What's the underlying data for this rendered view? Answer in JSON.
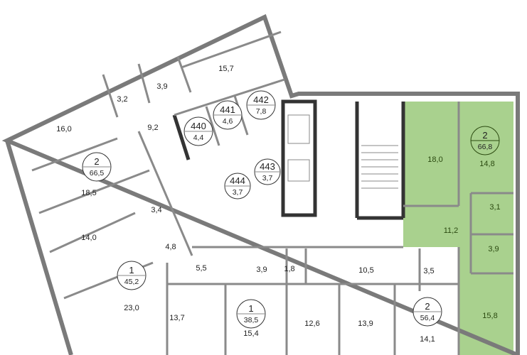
{
  "colors": {
    "highlight": "#a9d18e",
    "wall": "#7a7a7a"
  },
  "rooms": {
    "r157": "15,7",
    "r39a": "3,9",
    "r32": "3,2",
    "r160": "16,0",
    "r92": "9,2",
    "r185": "18,5",
    "r34": "3,4",
    "r140": "14,0",
    "r48": "4,8",
    "r55": "5,5",
    "r39b": "3,9",
    "r18": "1,8",
    "r105": "10,5",
    "r35": "3,5",
    "r230": "23,0",
    "r137": "13,7",
    "r154": "15,4",
    "r126": "12,6",
    "r139": "13,9",
    "r141": "14,1",
    "r180": "18,0",
    "r148": "14,8",
    "r31": "3,1",
    "r112": "11,2",
    "r39c": "3,9",
    "r158": "15,8"
  },
  "storage": [
    {
      "num": "440",
      "area": "4,4"
    },
    {
      "num": "441",
      "area": "4,6"
    },
    {
      "num": "442",
      "area": "7,8"
    },
    {
      "num": "443",
      "area": "3,7"
    },
    {
      "num": "444",
      "area": "3,7"
    }
  ],
  "apartments": [
    {
      "rooms": "2",
      "area": "66,5"
    },
    {
      "rooms": "1",
      "area": "45,2"
    },
    {
      "rooms": "1",
      "area": "38,5"
    },
    {
      "rooms": "2",
      "area": "56,4"
    },
    {
      "rooms": "2",
      "area": "66,8",
      "highlighted": true
    }
  ]
}
